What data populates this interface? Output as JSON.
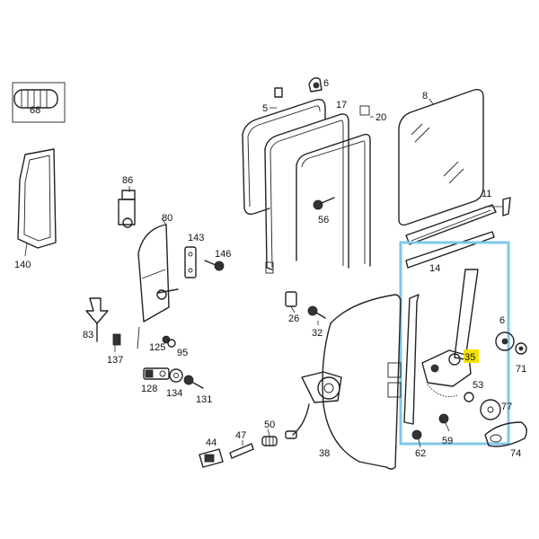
{
  "labels": {
    "p68": "68",
    "p140": "140",
    "p86": "86",
    "p80": "80",
    "p143": "143",
    "p146": "146",
    "p83": "83",
    "p137": "137",
    "p125": "125",
    "p95": "95",
    "p128": "128",
    "p134": "134",
    "p131": "131",
    "p5": "5",
    "p6": "6",
    "p17": "17",
    "p20": "20",
    "p56": "56",
    "p26": "26",
    "p32": "32",
    "p8": "8",
    "p11": "11",
    "p14": "14",
    "p50": "50",
    "p44": "44",
    "p47": "47",
    "p38": "38",
    "p62": "62",
    "p59": "59",
    "p53": "53",
    "p77": "77",
    "p74": "74",
    "p71": "71",
    "p6b": "6",
    "p35": "35"
  },
  "highlight": {
    "color": "#7ec8e8",
    "label_bg": "#f4e400",
    "part": "35"
  },
  "colors": {
    "line": "#222222",
    "background": "#ffffff"
  }
}
